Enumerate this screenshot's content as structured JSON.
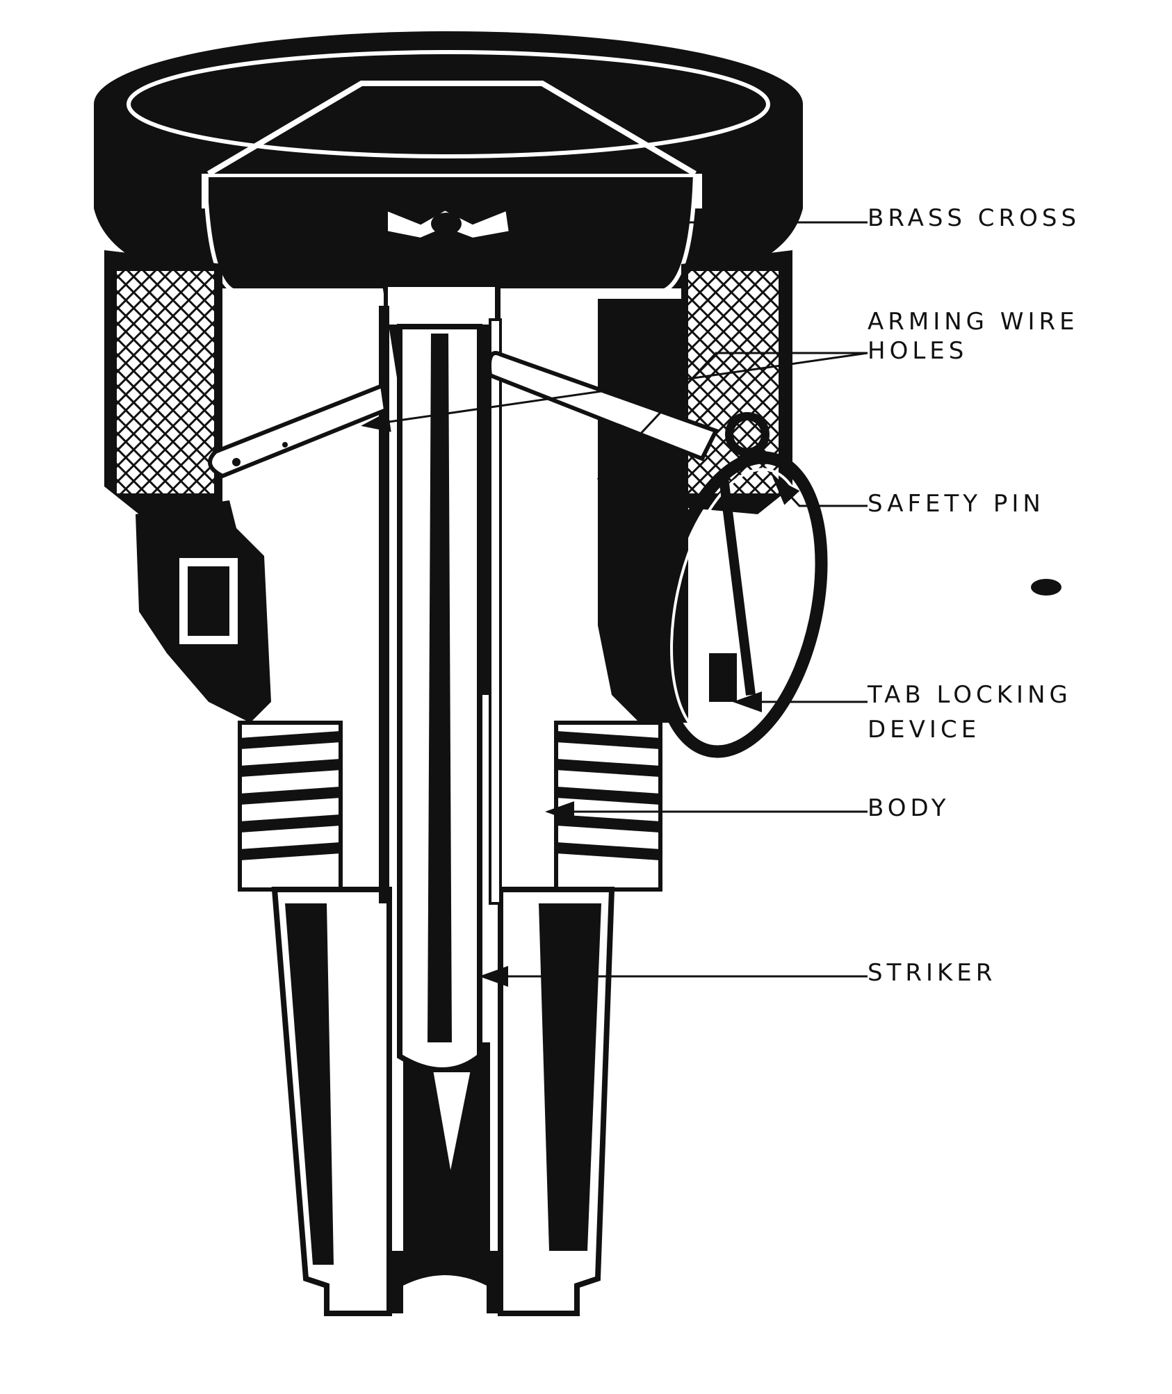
{
  "diagram": {
    "labels": {
      "brass_cross": "BRASS CROSS",
      "arming_wire_holes_1": "ARMING WIRE",
      "arming_wire_holes_2": "HOLES",
      "safety_pin": "SAFETY PIN",
      "tab_locking_device_1": "TAB LOCKING",
      "tab_locking_device_2": "DEVICE",
      "body": "BODY",
      "striker": "STRIKER"
    },
    "colors": {
      "ink": "#111111",
      "paper": "#ffffff"
    }
  }
}
